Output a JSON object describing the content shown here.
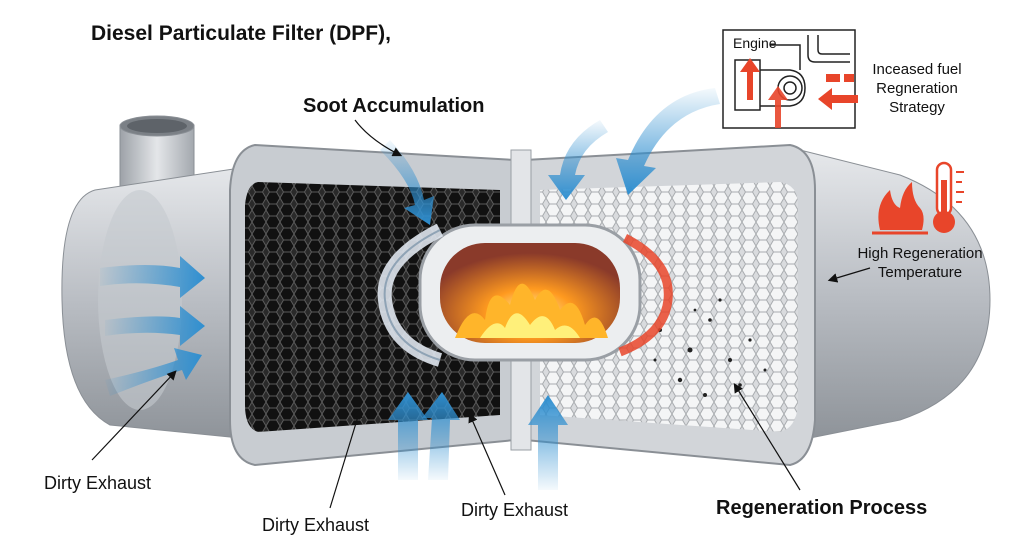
{
  "diagram": {
    "title": "Diesel Particulate Filter (DPF),",
    "labels": {
      "soot_accumulation": "Soot Accumulation",
      "regeneration_process": "Regeneration Process",
      "dirty_exhaust_inlet": "Dirty Exhaust",
      "dirty_exhaust_bottom_left": "Dirty Exhaust",
      "dirty_exhaust_bottom_center": "Dirty Exhaust",
      "engine": "Engine",
      "fuel_strategy_lines": [
        "Inceased fuel",
        "Regneration",
        "Strategy"
      ],
      "temperature_lines": [
        "High Regeneration",
        "Temperature"
      ]
    },
    "icons": [
      "flame-icon",
      "thermometer-icon",
      "engine-icon"
    ],
    "colors": {
      "flow_arrow": "#2f8fd0",
      "heat": "#e8452a",
      "soot": "#1c1c1c",
      "metal": "#c9cdd2",
      "flame": "#ff8a1a"
    }
  }
}
